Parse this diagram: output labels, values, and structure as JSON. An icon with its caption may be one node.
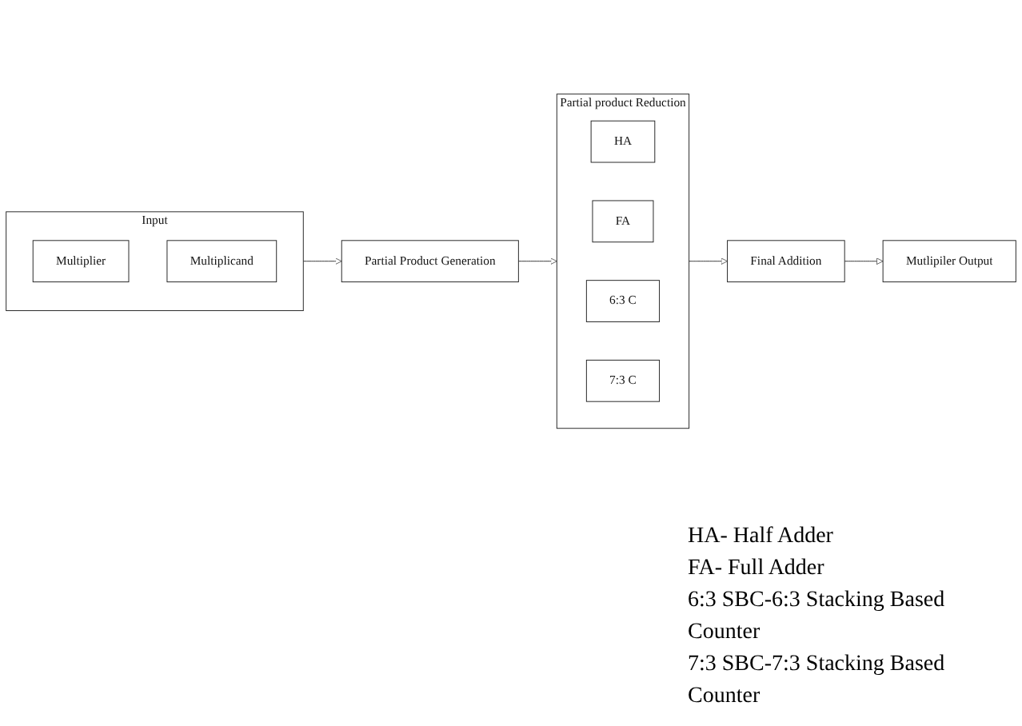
{
  "diagram": {
    "nodes": [
      {
        "text": [
          "Input"
        ]
      },
      {
        "text": [
          "Multiplier"
        ],
        "in": 0
      },
      {
        "text": [
          "Multiplicand"
        ],
        "in": 0
      },
      {
        "text": [
          "Partial Product Generation"
        ]
      },
      {
        "text": [
          "Partial product Reduction"
        ]
      },
      {
        "text": [
          "HA"
        ],
        "in": 4
      },
      {
        "text": [
          "FA"
        ],
        "in": 4
      },
      {
        "text": [
          "6:3 C"
        ],
        "in": 4
      },
      {
        "text": [
          "7:3 C"
        ],
        "in": 4
      },
      {
        "text": [
          "Final Addition"
        ]
      },
      {
        "text": [
          "Mutlipiler Output"
        ]
      }
    ],
    "edges": [
      {
        "from": 0,
        "to": 3,
        "arrow": "to"
      },
      {
        "from": 3,
        "to": 4,
        "arrow": "to"
      },
      {
        "from": 4,
        "to": 9,
        "arrow": "to"
      },
      {
        "from": 9,
        "to": 10,
        "arrow": "to"
      }
    ],
    "labels": [
      "HA- Half Adder",
      "FA- Full Adder",
      "6:3 SBC-6:3 Stacking Based Counter",
      "7:3 SBC-7:3 Stacking Based Counter"
    ]
  }
}
